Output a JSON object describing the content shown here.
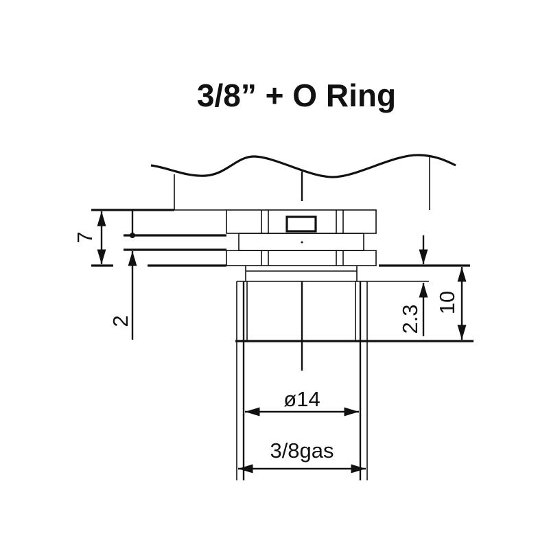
{
  "title": "3/8” + O Ring",
  "dimensions": {
    "height_7": "7",
    "groove_2": "2",
    "thread_2_3": "2.3",
    "length_10": "10",
    "diameter": "ø14",
    "thread": "3/8gas"
  },
  "colors": {
    "line": "#111111",
    "background": "#ffffff"
  }
}
